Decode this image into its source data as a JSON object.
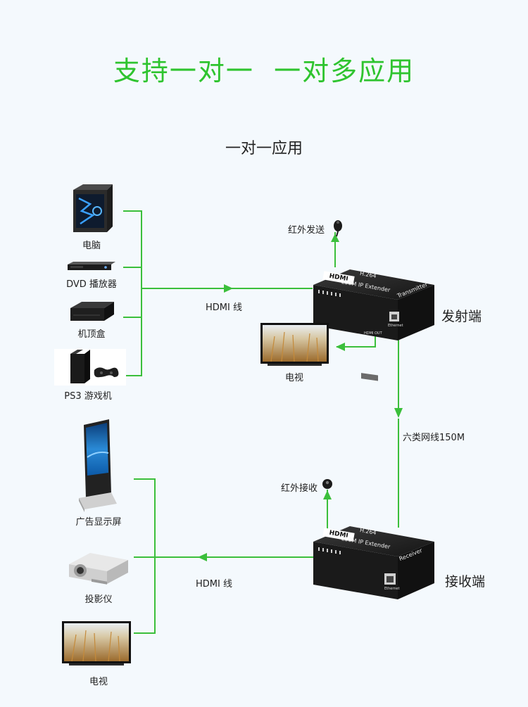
{
  "title": "支持一对一  一对多应用",
  "subtitle": "一对一应用",
  "sources": {
    "pc": "电脑",
    "dvd": "DVD 播放器",
    "stb": "机顶盒",
    "ps3": "PS3 游戏机"
  },
  "displays": {
    "signage": "广告显示屏",
    "projector": "投影仪",
    "tv": "电视"
  },
  "links": {
    "hdmi_top": "HDMI 线",
    "hdmi_bottom": "HDMI 线",
    "ir_send": "红外发送",
    "ir_receive": "红外接收",
    "cat6": "六类网线150M",
    "local_tv": "电视"
  },
  "devices": {
    "transmitter": {
      "role": "发射端",
      "brand": "HDMI",
      "codec": "H.264",
      "model": "150M IP Extender",
      "side": "Transmitter",
      "port1": "HDMI OUT",
      "port2": "Ethernet"
    },
    "receiver": {
      "role": "接收端",
      "brand": "HDMI",
      "codec": "H.264",
      "model": "150M IP Extender",
      "side": "Receiver",
      "port2": "Ethernet"
    }
  },
  "colors": {
    "accent": "#2fc42f",
    "line": "#3bbf3b"
  }
}
